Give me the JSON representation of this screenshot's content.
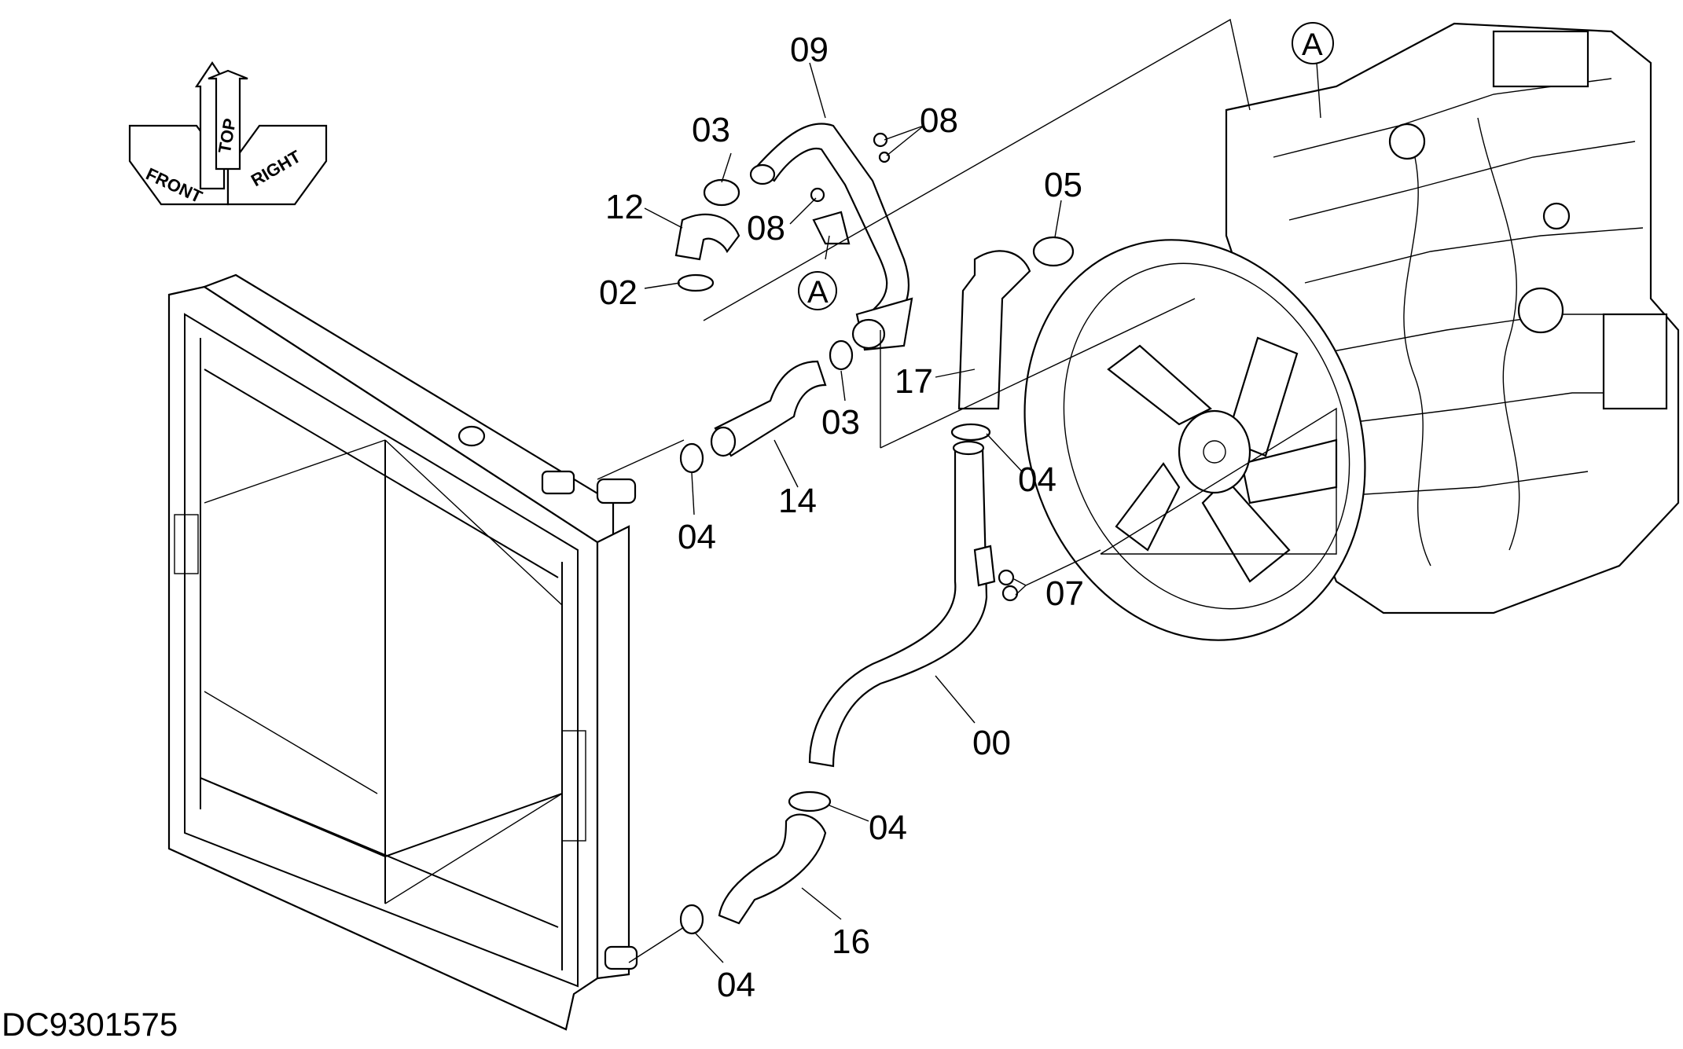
{
  "drawing_id": "DC9301575",
  "orientation": {
    "front": "FRONT",
    "top": "TOP",
    "right": "RIGHT"
  },
  "callouts": {
    "c09": "09",
    "c03_top": "03",
    "c08_top": "08",
    "c12": "12",
    "c08_mid": "08",
    "c02": "02",
    "cA_bracket": "A",
    "c05": "05",
    "c17": "17",
    "c03_mid": "03",
    "c04_upper": "04",
    "c04_left": "04",
    "c14": "14",
    "c07": "07",
    "c00": "00",
    "c04_lower": "04",
    "c16": "16",
    "c04_bottom": "04",
    "cA_engine": "A"
  }
}
